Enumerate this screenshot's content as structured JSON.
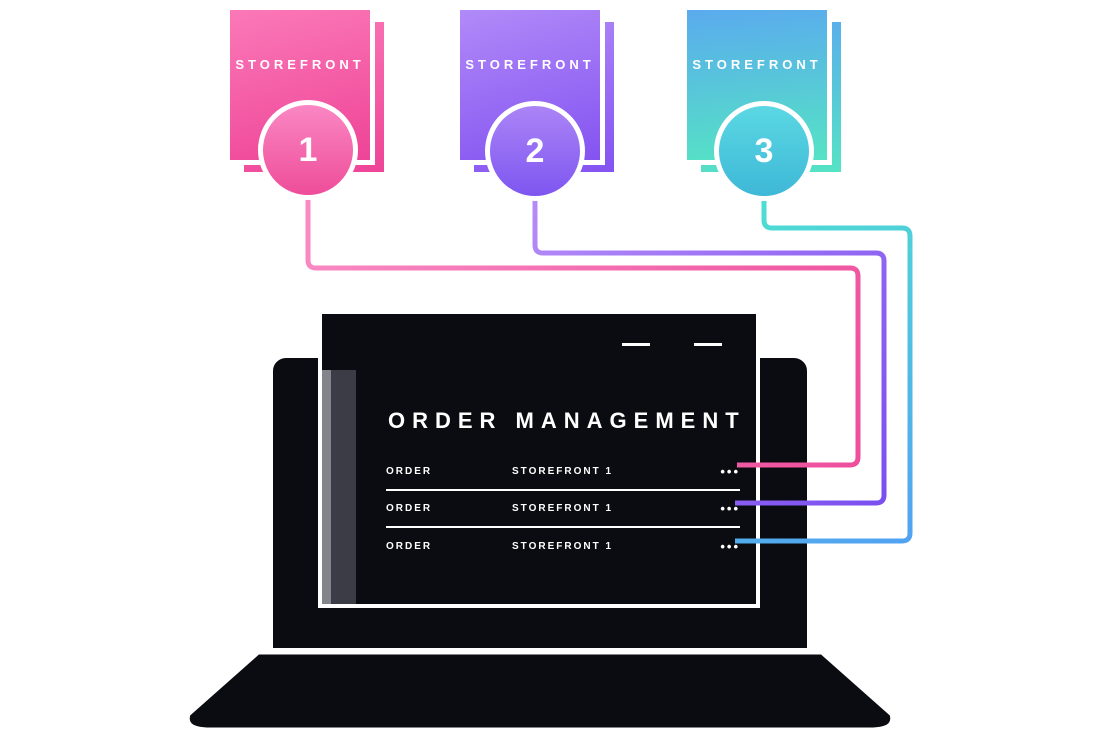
{
  "storefronts": [
    {
      "label": "STOREFRONT",
      "number": "1",
      "color_top": "#fb79b8",
      "color_bottom": "#ee4497"
    },
    {
      "label": "STOREFRONT",
      "number": "2",
      "color_top": "#b18af8",
      "color_bottom": "#8453f1"
    },
    {
      "label": "STOREFRONT",
      "number": "3",
      "color_top": "#5aabee",
      "color_bottom": "#55e3c4"
    }
  ],
  "laptop": {
    "screen_title": "ORDER MANAGEMENT",
    "rows": [
      {
        "order_label": "ORDER",
        "storefront_label": "STOREFRONT 1",
        "menu_icon": "•••"
      },
      {
        "order_label": "ORDER",
        "storefront_label": "STOREFRONT 1",
        "menu_icon": "•••"
      },
      {
        "order_label": "ORDER",
        "storefront_label": "STOREFRONT 1",
        "menu_icon": "•••"
      }
    ]
  },
  "connectors": [
    {
      "from": "storefront-1",
      "to": "order-row-1",
      "color": "#ee4f9c"
    },
    {
      "from": "storefront-2",
      "to": "order-row-2",
      "color": "#7a4ff0"
    },
    {
      "from": "storefront-3",
      "to": "order-row-3",
      "color": "#52a2f2"
    }
  ],
  "colors": {
    "laptop_body": "#0b0b12",
    "scroll_strip": "#3c3c46",
    "scroll_thumb": "#84848d",
    "background": "#ffffff"
  }
}
